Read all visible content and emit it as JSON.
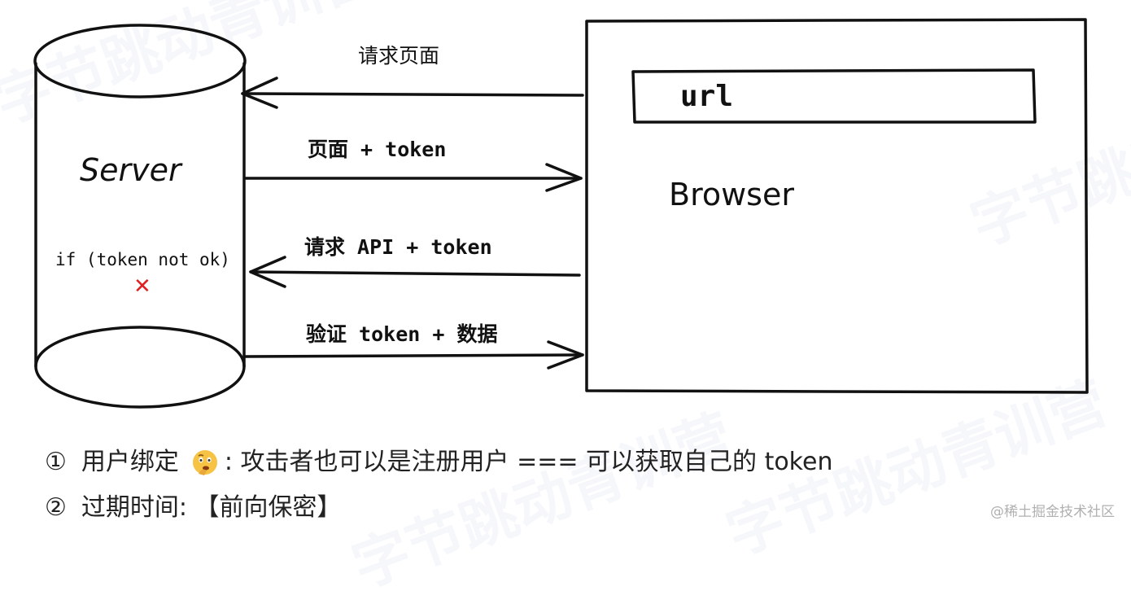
{
  "nodes": {
    "server_label": "Server",
    "server_condition": "if (token not ok)",
    "server_reject_mark": "✕",
    "browser_url": "url",
    "browser_label": "Browser"
  },
  "edges": [
    {
      "label": "请求页面",
      "direction": "to-server"
    },
    {
      "label": "页面 + token",
      "direction": "to-browser"
    },
    {
      "label": "请求 API + token",
      "direction": "to-server"
    },
    {
      "label": "验证 token + 数据",
      "direction": "to-browser"
    }
  ],
  "notes": [
    {
      "number": "①",
      "before": "用户绑定",
      "icon": "thinking-face-icon",
      "after": ": 攻击者也可以是注册用户 === 可以获取自己的 token"
    },
    {
      "number": "②",
      "before": "过期时间: 【前向保密】",
      "icon": "",
      "after": ""
    }
  ],
  "watermark": {
    "credit": "@稀土掘金技术社区",
    "brand": "字节跳动青训营"
  },
  "colors": {
    "stroke": "#111111",
    "reject": "#e02020",
    "text": "#222222"
  }
}
